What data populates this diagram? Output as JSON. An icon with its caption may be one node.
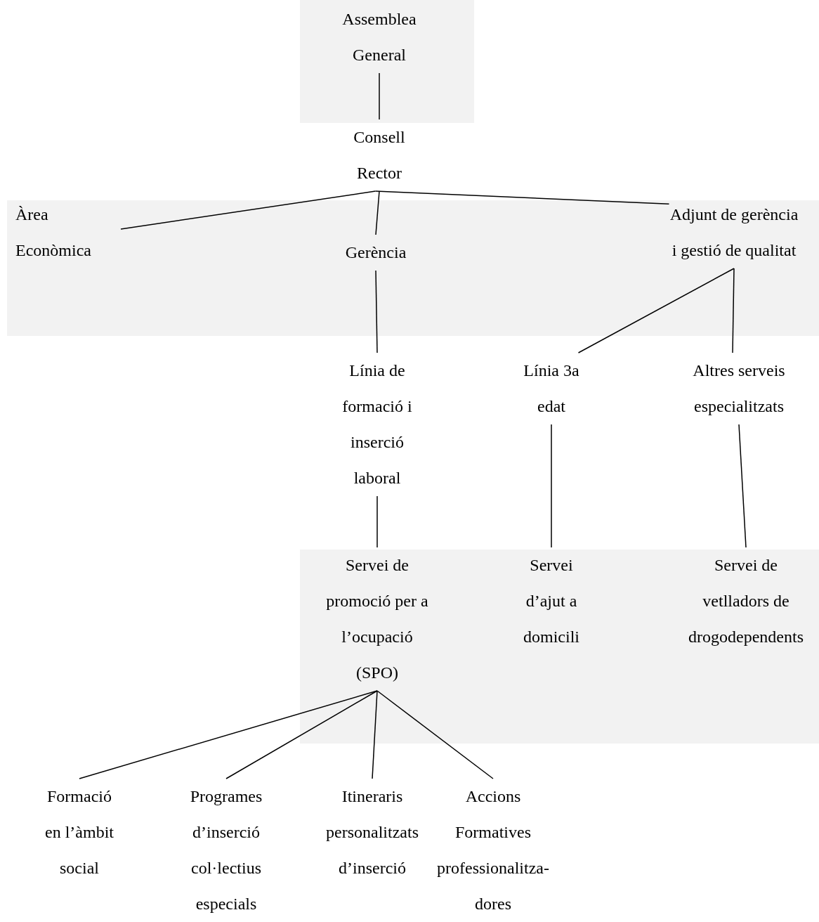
{
  "diagram": {
    "nodes": [
      {
        "text": [
          "Assemblea General"
        ]
      },
      {
        "text": [
          "Consell Rector"
        ]
      },
      {
        "text": [
          "Àrea Econòmica"
        ]
      },
      {
        "text": [
          "Gerència"
        ]
      },
      {
        "text": [
          "Adjunt de gerència i gestió de qualitat"
        ]
      },
      {
        "text": [
          "Línia de formació i inserció laboral"
        ]
      },
      {
        "text": [
          "Línia 3a edat"
        ]
      },
      {
        "text": [
          "Altres serveis especialitzats"
        ]
      },
      {
        "text": [
          "Servei de promoció per a l’ocupació (SPO)"
        ]
      },
      {
        "text": [
          "Servei d’ajut a domicili"
        ]
      },
      {
        "text": [
          "Servei de vetlladors de drogodependents"
        ]
      },
      {
        "text": [
          "Formació en l’àmbit social"
        ]
      },
      {
        "text": [
          "Programes d’inserció col·lectius especials"
        ]
      },
      {
        "text": [
          "Itineraris personalitzats d’inserció"
        ]
      },
      {
        "text": [
          "Accions Formatives professionalitza-dores"
        ]
      }
    ],
    "edges": [
      {
        "from": 0,
        "to": 1,
        "arrow": "none"
      },
      {
        "from": 1,
        "to": 2,
        "arrow": "none"
      },
      {
        "from": 1,
        "to": 3,
        "arrow": "none"
      },
      {
        "from": 1,
        "to": 4,
        "arrow": "none"
      },
      {
        "from": 3,
        "to": 5,
        "arrow": "none"
      },
      {
        "from": 4,
        "to": 6,
        "arrow": "none"
      },
      {
        "from": 4,
        "to": 7,
        "arrow": "none"
      },
      {
        "from": 5,
        "to": 8,
        "arrow": "none"
      },
      {
        "from": 6,
        "to": 9,
        "arrow": "none"
      },
      {
        "from": 7,
        "to": 10,
        "arrow": "none"
      },
      {
        "from": 8,
        "to": 11,
        "arrow": "none"
      },
      {
        "from": 8,
        "to": 12,
        "arrow": "none"
      },
      {
        "from": 8,
        "to": 13,
        "arrow": "none"
      },
      {
        "from": 8,
        "to": 14,
        "arrow": "none"
      }
    ]
  }
}
